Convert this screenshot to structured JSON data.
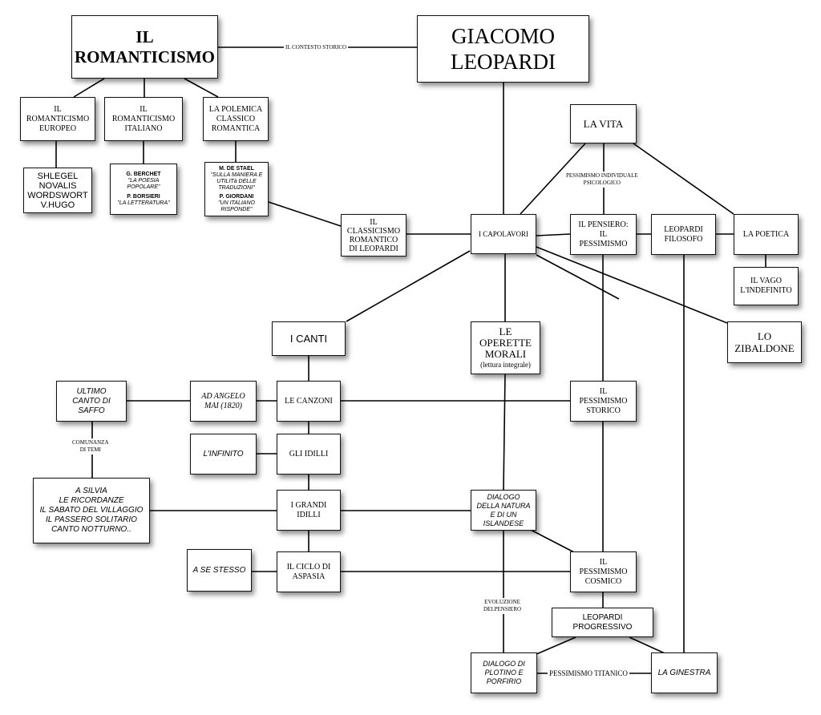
{
  "nodes": {
    "romanticismo": [
      "IL",
      "ROMANTICISMO"
    ],
    "leopardi": [
      "GIACOMO",
      "LEOPARDI"
    ],
    "europeo": [
      "IL",
      "ROMANTICISMO",
      "EUROPEO"
    ],
    "italiano": [
      "IL",
      "ROMANTICISMO",
      "ITALIANO"
    ],
    "polemica": [
      "LA POLEMICA",
      "CLASSICO",
      "ROMANTICA"
    ],
    "autori": [
      "SHLEGEL",
      "NOVALIS",
      "WORDSWORT",
      "V.HUGO"
    ],
    "berchet": {
      "name1": "G. BERCHET",
      "work1": [
        "\"LA POESIA",
        "POPOLARE\""
      ],
      "name2": "P. BORSIERI",
      "work2": [
        "\"LA LETTERATURA\""
      ]
    },
    "destael": {
      "name1": "M. DE STAEL",
      "work1": [
        "\"SULLA MANIERA E",
        "UTILITà DELLE",
        "TRADUZIONI\""
      ],
      "name2": "P. GIORDANI",
      "work2": [
        "\"UN ITALIANO",
        "RISPONDE\""
      ]
    },
    "vita": [
      "LA VITA"
    ],
    "classicismo": [
      "IL",
      "CLASSICISMO",
      "ROMANTICO",
      "DI LEOPARDI"
    ],
    "capolavori": [
      "I CAPOLAVORI"
    ],
    "pensiero": [
      "IL PENSIERO:",
      "IL",
      "PESSIMISMO"
    ],
    "filosofo": [
      "LEOPARDI",
      "FILOSOFO"
    ],
    "poetica": [
      "LA POETICA"
    ],
    "vago": [
      "IL VAGO",
      "L'INDEFINITO"
    ],
    "zibaldone": [
      "LO",
      "ZIBALDONE"
    ],
    "canti": [
      "I CANTI"
    ],
    "operette": [
      "LE",
      "OPERETTE",
      "MORALI"
    ],
    "operette_note": "(lettura integrale)",
    "saffo": [
      "ULTIMO",
      "CANTO DI",
      "SAFFO"
    ],
    "angelo": [
      "AD ANGELO",
      "MAI (1820)"
    ],
    "canzoni": [
      "LE CANZONI"
    ],
    "storico": [
      "IL",
      "PESSIMISMO",
      "STORICO"
    ],
    "infinito": [
      "L'INFINITO"
    ],
    "idilli": [
      "GLI IDILLI"
    ],
    "silvia": [
      "A SILVIA",
      "LE RICORDANZE",
      "IL SABATO DEL VILLAGGIO",
      "IL PASSERO SOLITARIO",
      "CANTO NOTTURNO.."
    ],
    "grandi": [
      "I GRANDI",
      "IDILLI"
    ],
    "dialogo_natura": [
      "DIALOGO",
      "DELLA NATURA",
      "E DI UN",
      "ISLANDESE"
    ],
    "sestesso": [
      "A SE STESSO"
    ],
    "aspasia": [
      "IL CICLO DI",
      "ASPASIA"
    ],
    "cosmico": [
      "IL",
      "PESSIMISMO",
      "COSMICO"
    ],
    "progressivo": [
      "LEOPARDI",
      "PROGRESSIVO"
    ],
    "plotino": [
      "DIALOGO DI",
      "PLOTINO E",
      "PORFIRIO"
    ],
    "ginestra": [
      "LA GINESTRA"
    ]
  },
  "edge_labels": {
    "contesto": [
      "IL CONTESTO STORICO"
    ],
    "individuale": [
      "PESSIMISMO INDIVIDUALE",
      "PSICOLOGICO"
    ],
    "comunanza": [
      "COMUNANZA",
      "DI TEMI"
    ],
    "evoluzione": [
      "EVOLUZIONE",
      "DELPENSIERO"
    ],
    "titanico": [
      "PESSIMISMO TITANICO"
    ]
  }
}
